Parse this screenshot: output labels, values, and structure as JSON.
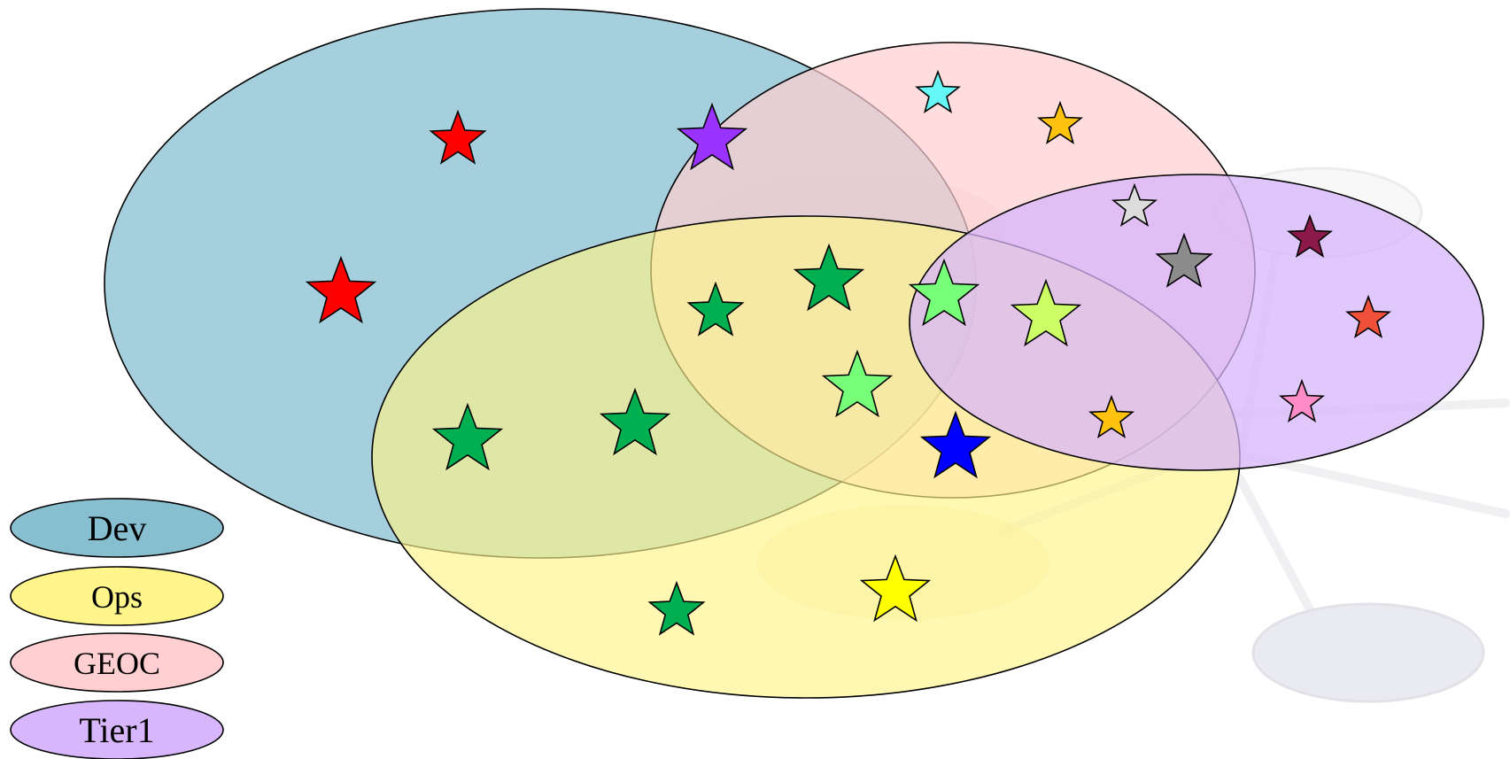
{
  "colors": {
    "Dev": "#87bfd1",
    "Ops": "#fff58a",
    "GEOC": "#ffcfd1",
    "Tier1": "#d7b6fb",
    "ghost": "#e8e8ee"
  },
  "legend": [
    {
      "key": "Dev",
      "label": "Dev"
    },
    {
      "key": "Ops",
      "label": "Ops"
    },
    {
      "key": "GEOC",
      "label": "GEOC"
    },
    {
      "key": "Tier1",
      "label": "Tier1"
    }
  ],
  "sets": [
    "Dev",
    "GEOC",
    "Ops",
    "Tier1"
  ],
  "stars": [
    {
      "id": "star-red-1",
      "color": "#ff0000",
      "size": "medium",
      "membership": [
        "Dev"
      ]
    },
    {
      "id": "star-red-2",
      "color": "#ff0000",
      "size": "large",
      "membership": [
        "Dev"
      ]
    },
    {
      "id": "star-purple",
      "color": "#9a33ff",
      "size": "large",
      "membership": [
        "Dev",
        "GEOC"
      ]
    },
    {
      "id": "star-cyan",
      "color": "#66f7f7",
      "size": "small",
      "membership": [
        "GEOC"
      ]
    },
    {
      "id": "star-orange-1",
      "color": "#ffc20e",
      "size": "small",
      "membership": [
        "GEOC"
      ]
    },
    {
      "id": "star-lightgray",
      "color": "#dcdcdc",
      "size": "small",
      "membership": [
        "GEOC",
        "Tier1"
      ]
    },
    {
      "id": "star-gray",
      "color": "#8c8c8c",
      "size": "medium",
      "membership": [
        "GEOC",
        "Tier1"
      ]
    },
    {
      "id": "star-maroon",
      "color": "#8b1a4a",
      "size": "small",
      "membership": [
        "Tier1"
      ]
    },
    {
      "id": "star-tomato",
      "color": "#f0503a",
      "size": "small",
      "membership": [
        "Tier1"
      ]
    },
    {
      "id": "star-pink",
      "color": "#ff8cc6",
      "size": "small",
      "membership": [
        "Tier1"
      ]
    },
    {
      "id": "star-green-1",
      "color": "#00b050",
      "size": "medium",
      "membership": [
        "Dev",
        "GEOC",
        "Ops"
      ]
    },
    {
      "id": "star-green-2",
      "color": "#00b050",
      "size": "large",
      "membership": [
        "Dev",
        "GEOC",
        "Ops"
      ]
    },
    {
      "id": "star-lightgreen-1",
      "color": "#77ff7a",
      "size": "large",
      "membership": [
        "Dev",
        "GEOC",
        "Ops",
        "Tier1"
      ]
    },
    {
      "id": "star-lime",
      "color": "#ccff66",
      "size": "large",
      "membership": [
        "GEOC",
        "Ops",
        "Tier1"
      ]
    },
    {
      "id": "star-lightgreen-2",
      "color": "#77ff7a",
      "size": "large",
      "membership": [
        "GEOC",
        "Ops"
      ]
    },
    {
      "id": "star-orange-2",
      "color": "#ffc20e",
      "size": "small",
      "membership": [
        "GEOC",
        "Ops",
        "Tier1"
      ]
    },
    {
      "id": "star-blue",
      "color": "#0000ff",
      "size": "large",
      "membership": [
        "GEOC",
        "Ops"
      ]
    },
    {
      "id": "star-green-3",
      "color": "#00b050",
      "size": "large",
      "membership": [
        "Dev",
        "Ops"
      ]
    },
    {
      "id": "star-green-4",
      "color": "#00b050",
      "size": "large",
      "membership": [
        "Dev",
        "Ops"
      ]
    },
    {
      "id": "star-green-5",
      "color": "#00b050",
      "size": "medium",
      "membership": [
        "Ops"
      ]
    },
    {
      "id": "star-yellow",
      "color": "#ffff00",
      "size": "large",
      "membership": [
        "Ops"
      ]
    }
  ]
}
